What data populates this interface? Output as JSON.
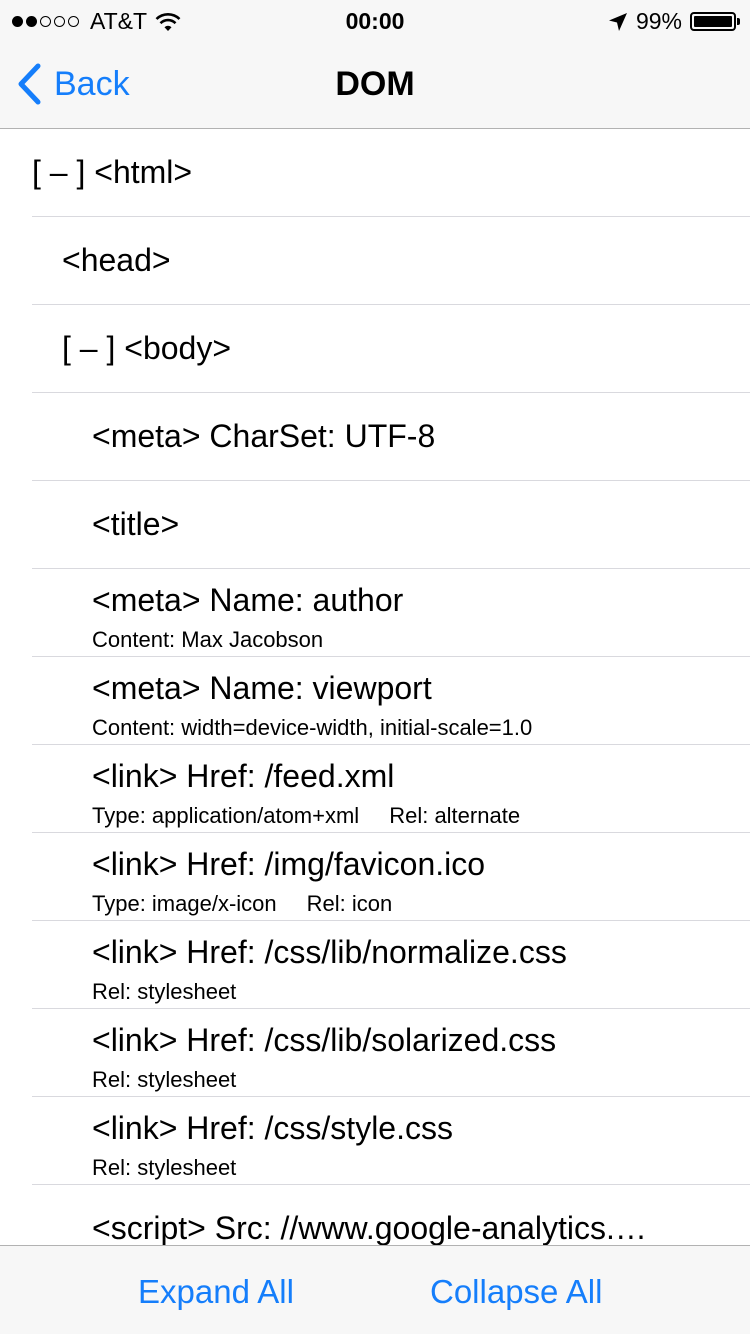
{
  "status_bar": {
    "signal": "●●○○○",
    "carrier": "AT&T",
    "time": "00:00",
    "battery_percent": "99%",
    "battery_level": 0.99,
    "icons": [
      "wifi-icon",
      "location-arrow-icon",
      "battery-icon"
    ]
  },
  "nav": {
    "back_label": "Back",
    "title": "DOM",
    "accent_color": "#157efb"
  },
  "rows": [
    {
      "text": "[ – ] <html>"
    },
    {
      "text": "<head>"
    },
    {
      "text": "[ – ] <body>"
    },
    {
      "text": "<meta> CharSet: UTF-8"
    },
    {
      "text": "<title>"
    },
    {
      "text": "<meta> Name: author",
      "sub1": "Content: Max Jacobson"
    },
    {
      "text": "<meta> Name: viewport",
      "sub1": "Content: width=device-width, initial-scale=1.0"
    },
    {
      "text": "<link> Href: /feed.xml",
      "sub1": "Type: application/atom+xml",
      "sub2": "Rel: alternate"
    },
    {
      "text": "<link> Href: /img/favicon.ico",
      "sub1": "Type: image/x-icon",
      "sub2": "Rel: icon"
    },
    {
      "text": "<link> Href: /css/lib/normalize.css",
      "sub1": "Rel: stylesheet"
    },
    {
      "text": "<link> Href: /css/lib/solarized.css",
      "sub1": "Rel: stylesheet"
    },
    {
      "text": "<link> Href: /css/style.css",
      "sub1": "Rel: stylesheet"
    },
    {
      "text": "<script> Src: //www.google-analytics.…"
    }
  ],
  "toolbar": {
    "expand_label": "Expand All",
    "collapse_label": "Collapse All"
  }
}
